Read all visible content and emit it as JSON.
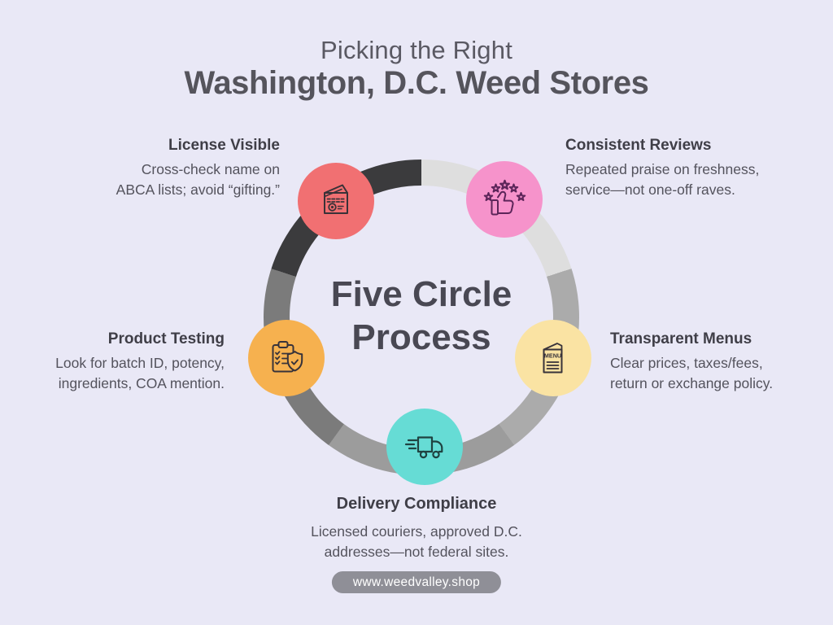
{
  "page": {
    "background_color": "#E9E8F6"
  },
  "title": {
    "line1": "Picking the Right",
    "line2": "Washington, D.C. Weed Stores"
  },
  "center_label": {
    "line1": "Five Circle",
    "line2": "Process"
  },
  "ring": {
    "segment_colors": [
      "#DEDEDE",
      "#ABABAB",
      "#9C9C9C",
      "#7B7B7B",
      "#3B3B3D"
    ]
  },
  "steps": [
    {
      "heading": "License Visible",
      "body": "Cross-check name on\nABCA lists; avoid “gifting.”",
      "circle_color": "#F17072",
      "icon": "certificate-icon"
    },
    {
      "heading": "Consistent Reviews",
      "body": "Repeated praise on freshness,\nservice—not one-off raves.",
      "circle_color": "#F693CB",
      "icon": "thumbs-up-stars-icon"
    },
    {
      "heading": "Product Testing",
      "body": "Look for batch ID, potency,\ningredients, COA mention.",
      "circle_color": "#F6B14F",
      "icon": "clipboard-shield-icon"
    },
    {
      "heading": "Transparent Menus",
      "body": "Clear prices, taxes/fees,\nreturn or exchange policy.",
      "circle_color": "#FAE3A3",
      "icon": "menu-icon",
      "icon_text": "MENU"
    },
    {
      "heading": "Delivery Compliance",
      "body": "Licensed couriers, approved D.C.\naddresses—not federal sites.",
      "circle_color": "#66DCD5",
      "icon": "delivery-truck-icon"
    }
  ],
  "footer": {
    "website": "www.weedvalley.shop",
    "pill_color": "#8F8F97"
  }
}
